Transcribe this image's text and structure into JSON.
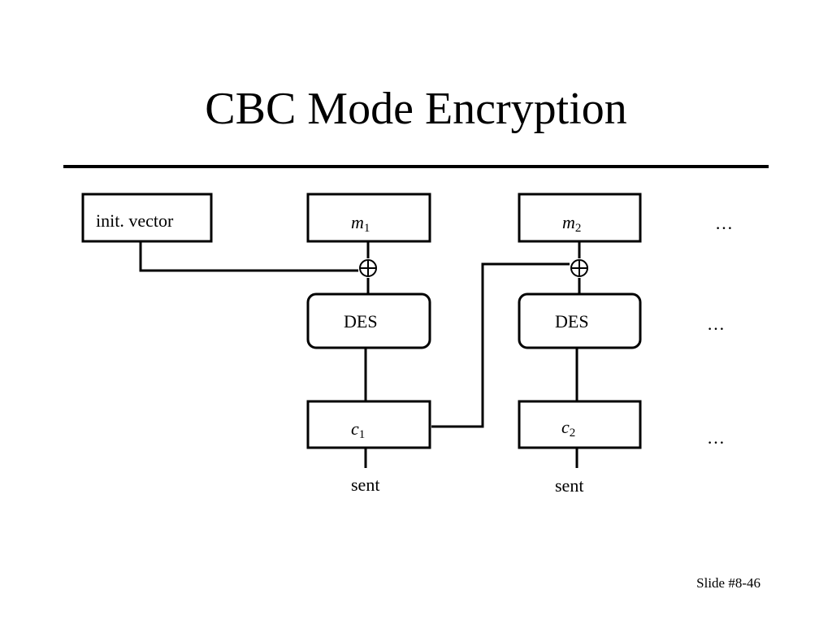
{
  "slide": {
    "title": "CBC Mode Encryption",
    "slide_number": "Slide #8-46"
  },
  "diagram": {
    "iv_label": "init. vector",
    "blocks": [
      {
        "message_var": "m",
        "message_sub": "1",
        "cipher_label": "DES",
        "ciphertext_var": "c",
        "ciphertext_sub": "1",
        "output_label": "sent"
      },
      {
        "message_var": "m",
        "message_sub": "2",
        "cipher_label": "DES",
        "ciphertext_var": "c",
        "ciphertext_sub": "2",
        "output_label": "sent"
      }
    ],
    "ellipsis": "…",
    "xor_symbol": "xor-icon"
  }
}
